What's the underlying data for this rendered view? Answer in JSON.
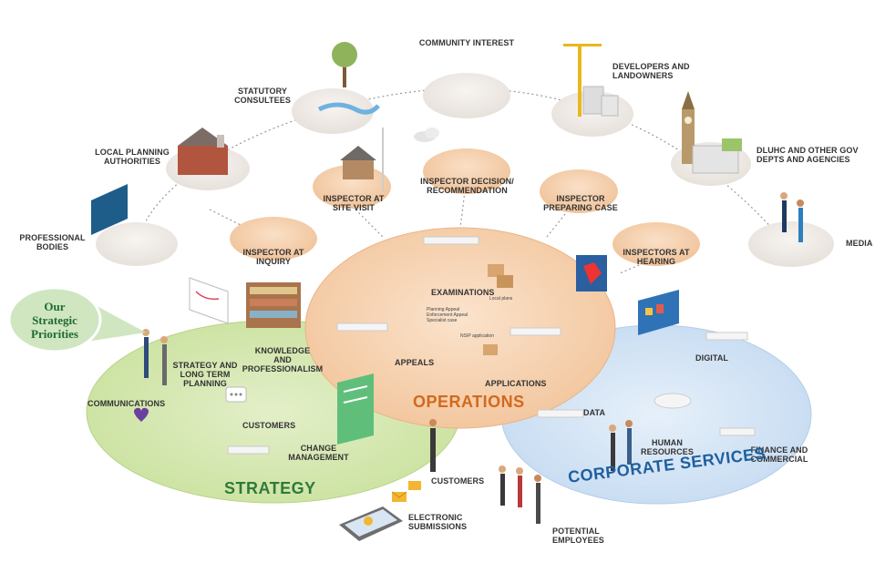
{
  "strategic_priorities": "Our\nStrategic\nPriorities",
  "sections": {
    "strategy": "STRATEGY",
    "operations": "OPERATIONS",
    "corporate_services": "CORPORATE SERVICES"
  },
  "nodes": {
    "community_interest": "COMMUNITY INTEREST",
    "developers": "DEVELOPERS AND\nLANDOWNERS",
    "statutory_consultees": "STATUTORY\nCONSULTEES",
    "local_planning_authorities": "LOCAL PLANNING\nAUTHORITIES",
    "dluhc": "DLUHC AND OTHER GOV\nDEPTS AND AGENCIES",
    "inspector_decision": "INSPECTOR DECISION/\nRECOMMENDATION",
    "inspector_site_visit": "INSPECTOR AT\nSITE VISIT",
    "inspector_preparing_case": "INSPECTOR\nPREPARING CASE",
    "professional_bodies": "PROFESSIONAL\nBODIES",
    "inspector_inquiry": "INSPECTOR AT\nINQUIRY",
    "inspectors_hearing": "INSPECTORS AT\nHEARING",
    "media": "MEDIA"
  },
  "strategy_items": {
    "strategy_planning": "STRATEGY AND\nLONG TERM\nPLANNING",
    "knowledge": "KNOWLEDGE\nAND\nPROFESSIONALISM",
    "communications": "COMMUNICATIONS",
    "customers": "CUSTOMERS",
    "change_management": "CHANGE\nMANAGEMENT"
  },
  "operations_items": {
    "examinations": "EXAMINATIONS",
    "appeals": "APPEALS",
    "applications": "APPLICATIONS",
    "local_plans": "Local plans",
    "appeal_types": "Planning Appeal\nEnforcement Appeal\nSpecialist case",
    "nsip": "NSIP application"
  },
  "corporate_items": {
    "digital": "DIGITAL",
    "data": "DATA",
    "human_resources": "HUMAN\nRESOURCES",
    "finance": "FINANCE AND\nCOMMERCIAL"
  },
  "external": {
    "customers": "CUSTOMERS",
    "electronic_submissions": "ELECTRONIC\nSUBMISSIONS",
    "potential_employees": "POTENTIAL\nEMPLOYEES"
  },
  "colors": {
    "strategy_fill": "#d6e8b4",
    "operations_fill": "#f6d2b1",
    "corporate_fill": "#d5e5f5",
    "node_fill": "#f1ede9",
    "strategy_text": "#2f7a3a",
    "operations_text": "#d2691e",
    "corporate_text": "#1f5f9e"
  }
}
